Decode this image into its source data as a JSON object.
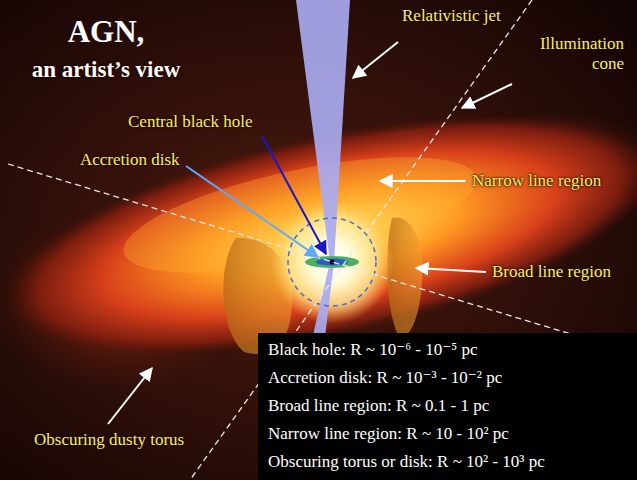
{
  "diagram": {
    "title": "AGN,",
    "nodes": [
      {
        "text": [
          "Black hole: R ~ 10⁻⁶ - 10⁻⁵ pc",
          "Accretion disk: R ~ 10⁻³ - 10⁻² pc",
          "Broad line region: R ~ 0.1 - 1 pc",
          "Narrow line region: R ~ 10 - 10² pc",
          "Obscuring torus or disk: R ~ 10² - 10³ pc"
        ]
      }
    ],
    "labels": [
      "an artist’s view",
      "Relativistic jet",
      "Illumination cone",
      "Central black hole",
      "Accretion disk",
      "Narrow line region",
      "Broad line region",
      "Obscuring dusty torus"
    ]
  }
}
